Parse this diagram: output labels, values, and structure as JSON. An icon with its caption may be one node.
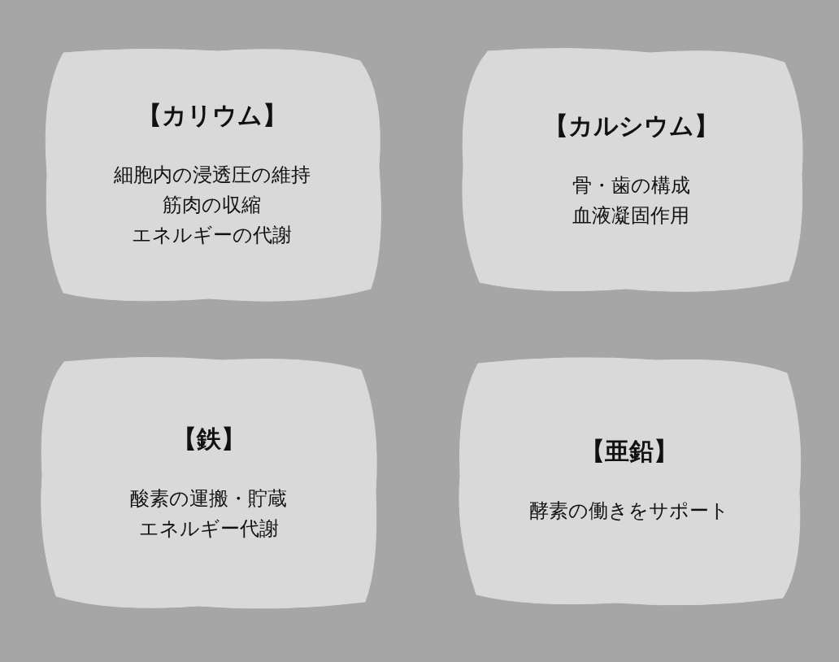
{
  "diagram": {
    "nodes": [
      {
        "text": [
          "【カリウム】",
          "細胞内の浸透圧の維持",
          "筋肉の収縮",
          "エネルギーの代謝"
        ]
      },
      {
        "text": [
          "【カルシウム】",
          "骨・歯の構成",
          "血液凝固作用"
        ]
      },
      {
        "text": [
          "【鉄】",
          "酸素の運搬・貯蔵",
          "エネルギー代謝"
        ]
      },
      {
        "text": [
          "【亜鉛】",
          "酵素の働きをサポート"
        ]
      }
    ]
  }
}
